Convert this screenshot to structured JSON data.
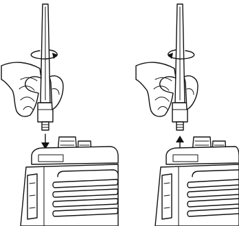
{
  "figure": {
    "panels": [
      {
        "step": "attach",
        "arrow_direction": "down",
        "rotation_arrow_icon": "rotate-clockwise-icon"
      },
      {
        "step": "detach",
        "arrow_direction": "up",
        "rotation_arrow_icon": "rotate-counterclockwise-icon"
      }
    ],
    "colors": {
      "line": "#111111",
      "background": "#ffffff"
    }
  }
}
